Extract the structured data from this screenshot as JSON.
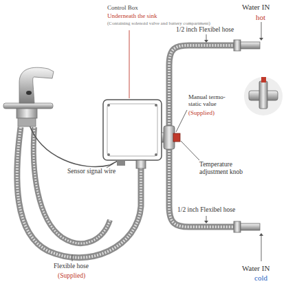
{
  "diagram": {
    "labels": [
      "Control Box",
      "Underneath the sink",
      "(Containing solenoid valve and battery compartment)",
      "Water IN",
      "hot",
      "1/2 inch Flexibel hose",
      "Manual termo- static value",
      "(Supplied)",
      "Temperature adjustment knob",
      "Sensor signal wire",
      "1/2 inch Flexibel hose",
      "Water IN",
      "cold",
      "Flexible hose",
      "(Supplied)"
    ]
  }
}
